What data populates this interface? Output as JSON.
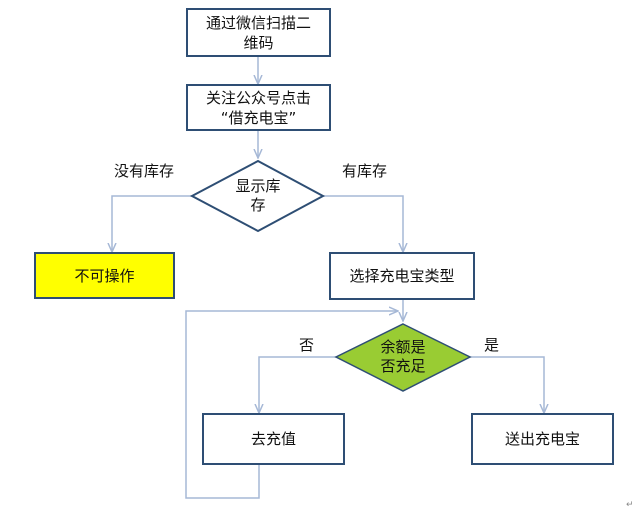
{
  "diagram": {
    "nodes": {
      "scan": {
        "lines": [
          "通过微信扫描二",
          "维码"
        ]
      },
      "follow": {
        "lines": [
          "关注公众号点击",
          "“借充电宝”"
        ]
      },
      "stock": {
        "lines": [
          "显示库",
          "存"
        ]
      },
      "no_op": {
        "label": "不可操作"
      },
      "select_type": {
        "label": "选择充电宝类型"
      },
      "balance": {
        "lines": [
          "余额是",
          "否充足"
        ]
      },
      "recharge": {
        "label": "去充值"
      },
      "dispatch": {
        "label": "送出充电宝"
      }
    },
    "edge_labels": {
      "no_stock": "没有库存",
      "has_stock": "有库存",
      "no": "否",
      "yes": "是"
    },
    "colors": {
      "box_border": "#2e4e74",
      "arrow": "#a6b8d6",
      "stock_diamond_fill": "#ffffff",
      "balance_diamond_fill": "#99cc33",
      "no_op_fill": "#ffff00"
    },
    "corner_mark": "↵"
  }
}
